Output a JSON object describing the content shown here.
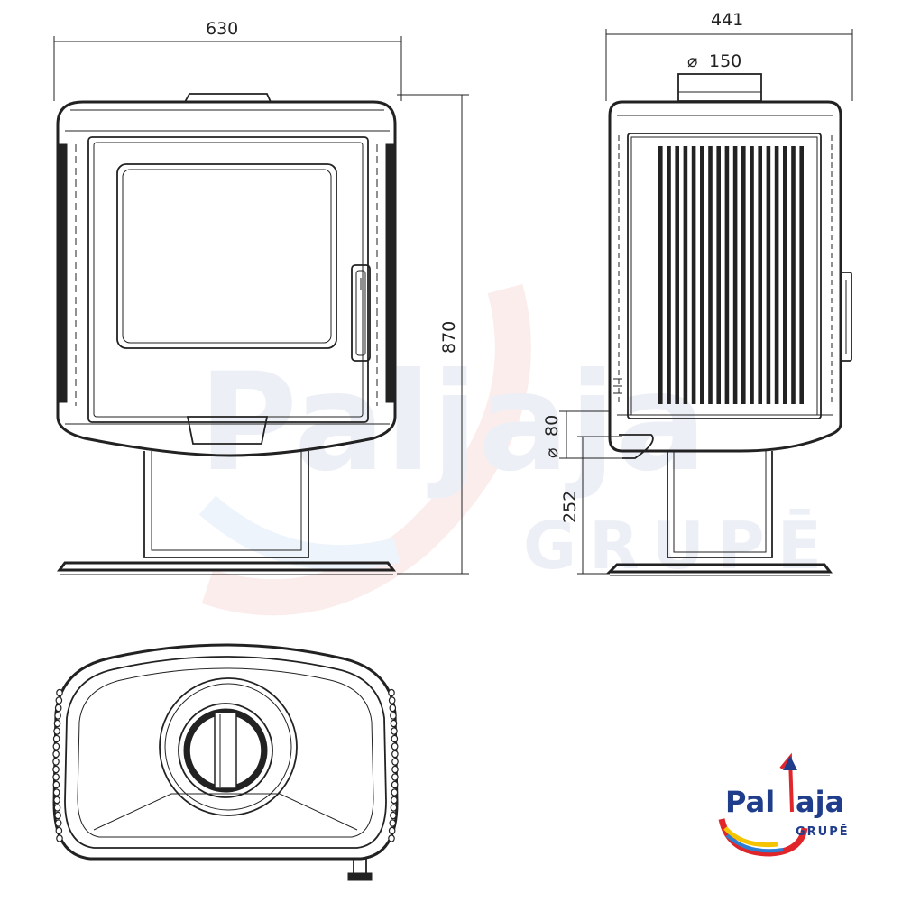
{
  "dimensions": {
    "front_width": "630",
    "side_depth": "441",
    "flue_diameter": "150",
    "total_height": "870",
    "air_inlet_diameter": "80",
    "air_inlet_height": "252",
    "diameter_symbol": "⌀"
  },
  "logo": {
    "brand_part1": "Pal",
    "brand_part2": "aja",
    "subtitle": "GRUPĒ",
    "colors": {
      "primary": "#1f3d8a",
      "red": "#e0262b",
      "yellow": "#f5c400",
      "blue": "#2d7fd4"
    }
  },
  "watermark": {
    "brand": "Paljaja",
    "subtitle": "GRUPĒ"
  }
}
